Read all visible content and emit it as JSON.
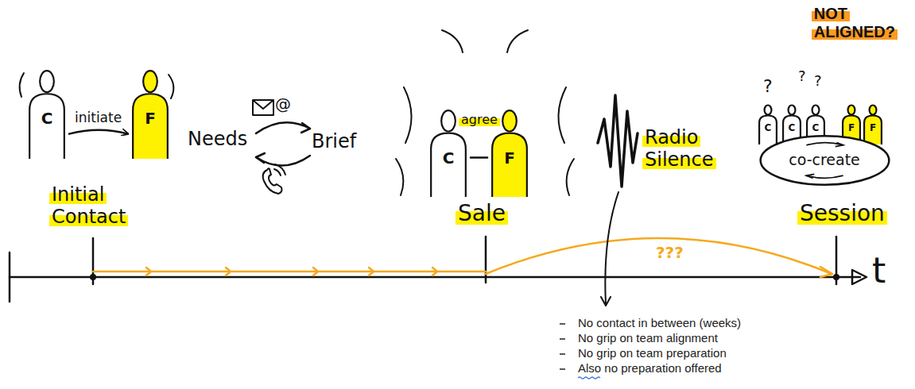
{
  "diagram": {
    "nodes": [
      {
        "text": [
          "C"
        ]
      },
      {
        "text": [
          "F"
        ]
      },
      {
        "text": [
          "C"
        ]
      },
      {
        "text": [
          "F"
        ]
      },
      {
        "text": [
          "C"
        ]
      },
      {
        "text": [
          "C"
        ]
      },
      {
        "text": [
          "C"
        ]
      },
      {
        "text": [
          "F"
        ]
      },
      {
        "text": [
          "F"
        ]
      },
      {
        "text": [
          "co-create"
        ]
      }
    ],
    "edges": [
      {
        "from": 0,
        "to": 1,
        "label": "initiate",
        "arrow": "to"
      },
      {
        "from": 2,
        "to": 3,
        "label": "agree",
        "arrow": "none"
      }
    ],
    "labels": [
      "NOT ALIGNED?",
      "?",
      "?",
      "?",
      "Initial Contact",
      "Needs",
      "@",
      "Brief",
      "Sale",
      "Radio Silence",
      "???",
      "Session",
      "t",
      "No contact in between (weeks)",
      "No grip on team alignment",
      "No grip on team preparation",
      "Also no preparation offered"
    ]
  }
}
